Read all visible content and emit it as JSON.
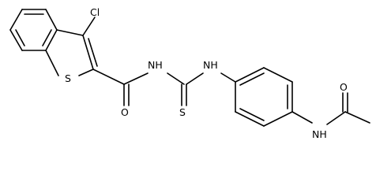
{
  "diagram": {
    "type": "chemical-structure",
    "atoms": {
      "cl": "Cl",
      "s_ring": "S",
      "o_amide1": "O",
      "nh1": "NH",
      "nh2": "NH",
      "s_thio": "S",
      "nh3": "NH",
      "o_acetyl": "O"
    }
  }
}
